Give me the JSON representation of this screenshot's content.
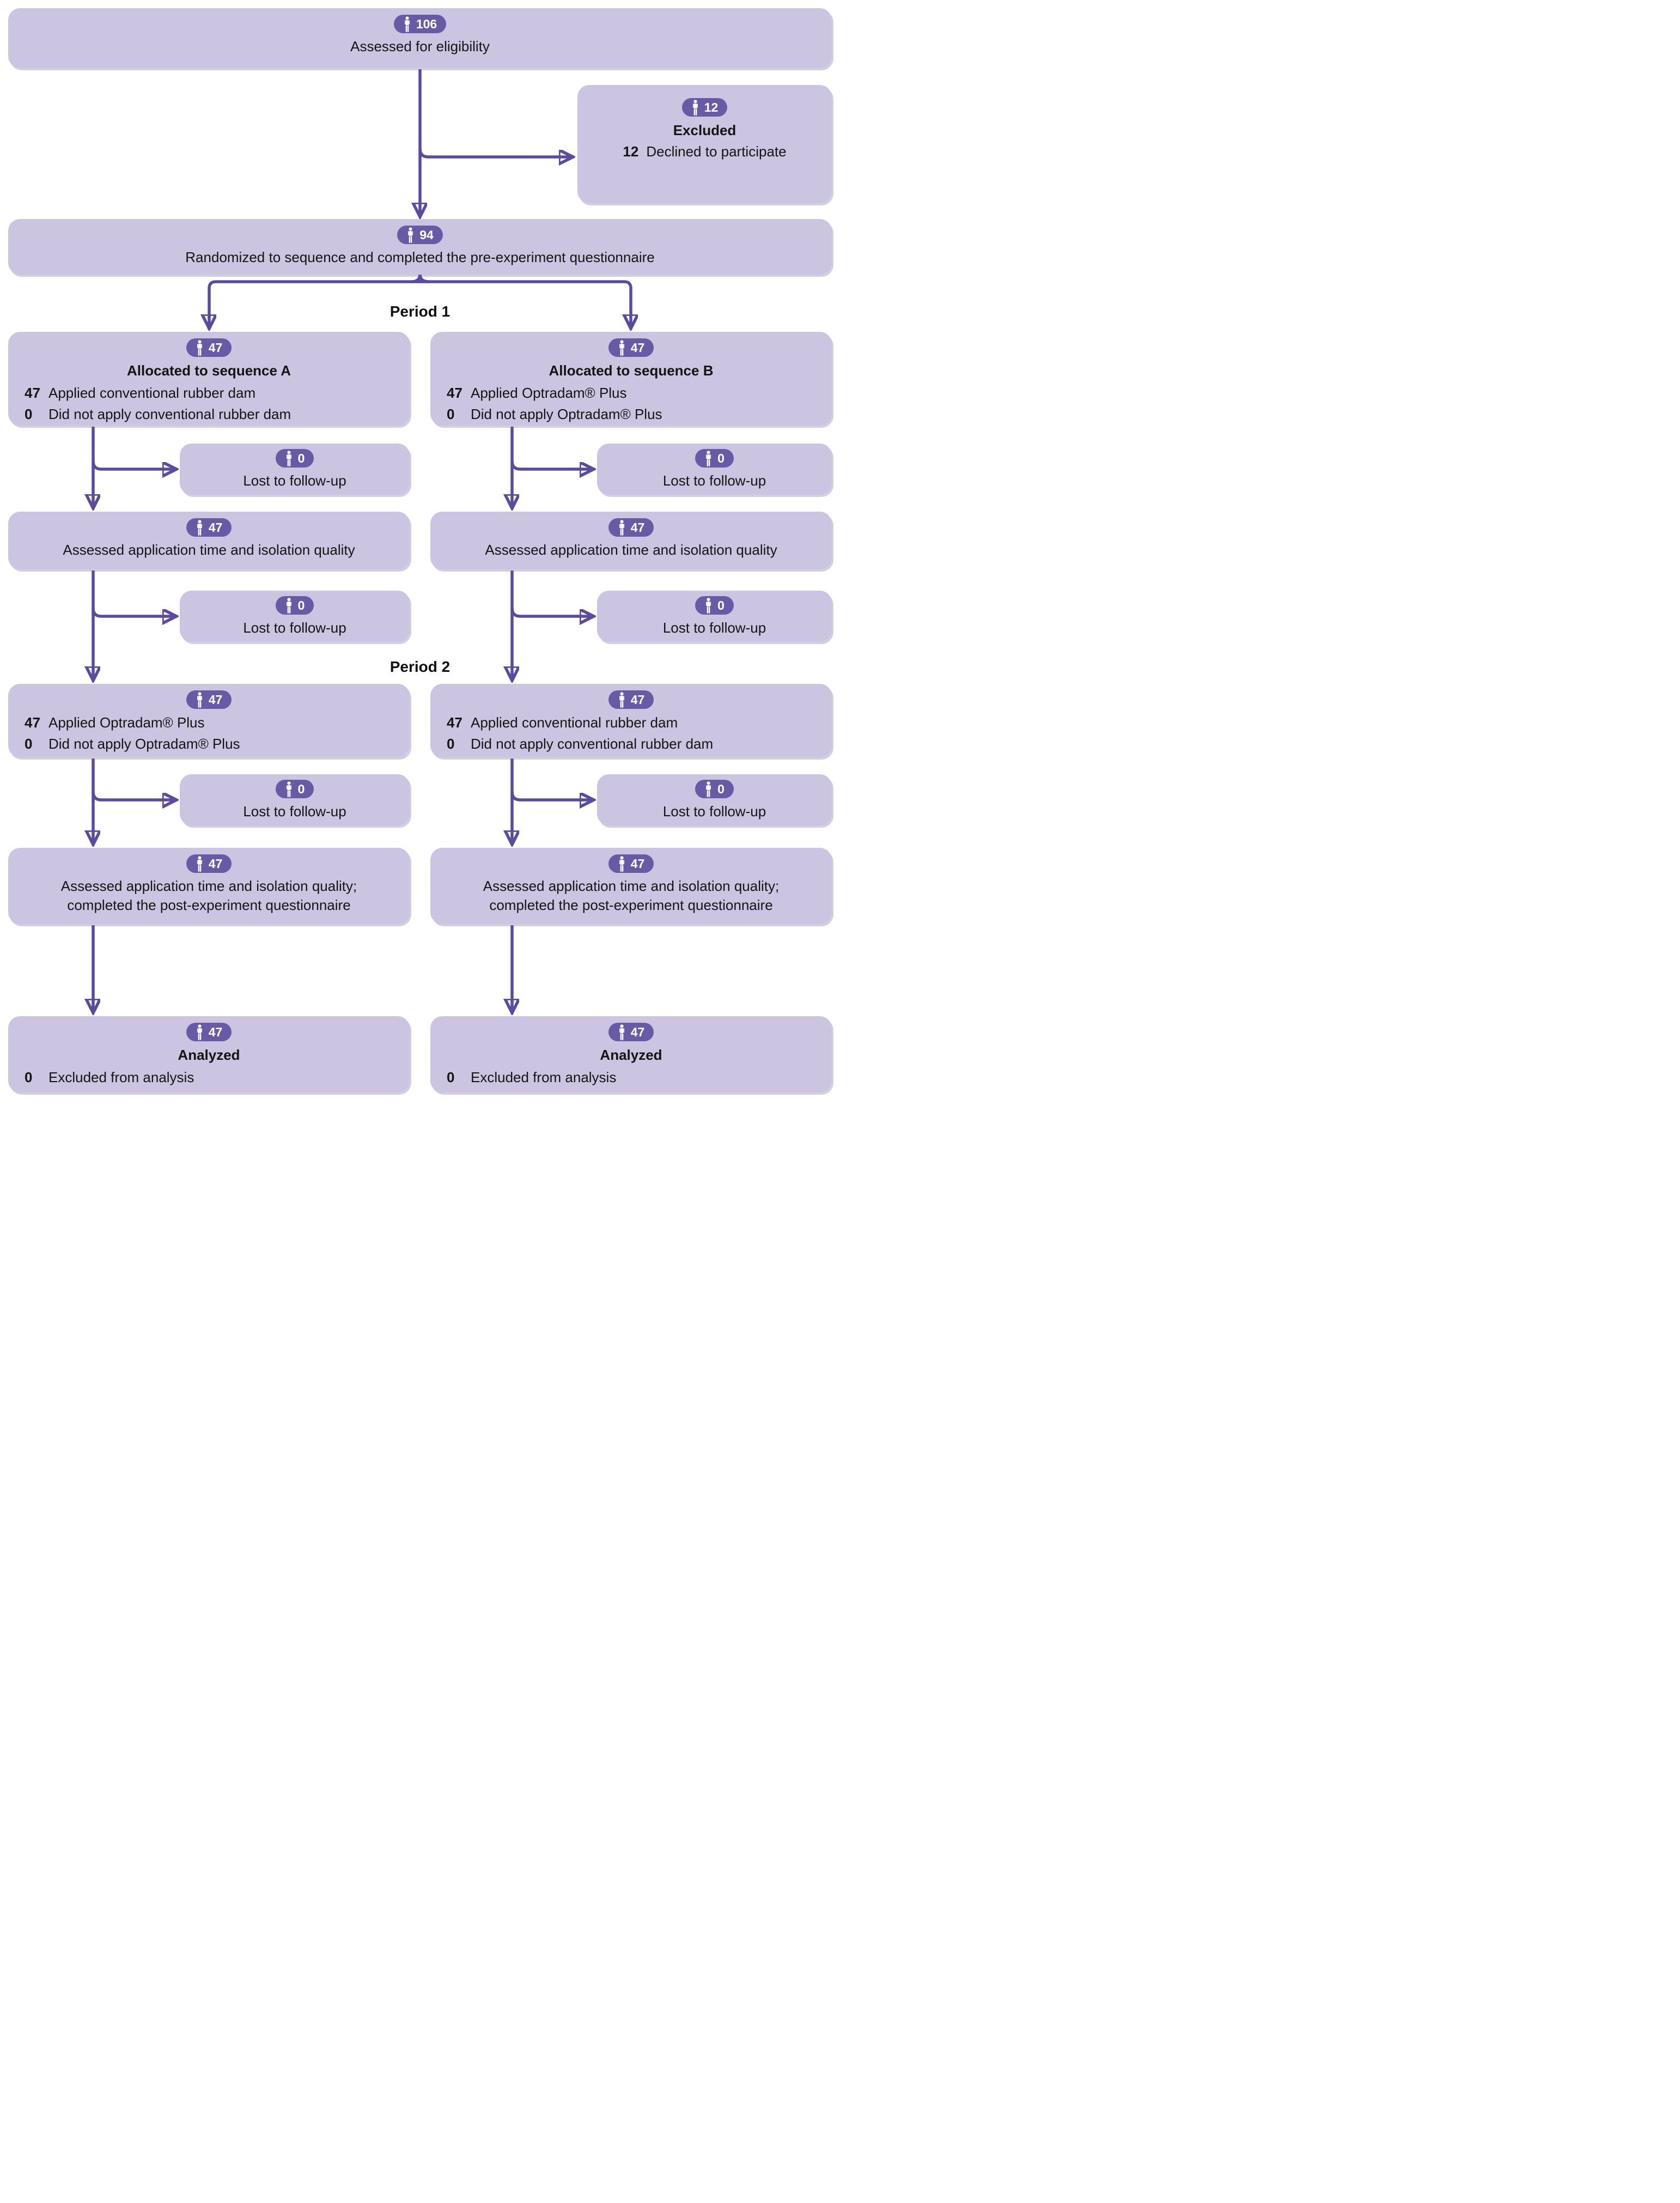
{
  "colors": {
    "background": "#FFFFFF",
    "box_fill": "#CBC5E2",
    "badge_fill": "#695AA6",
    "badge_text": "#FFFFFF",
    "arrow": "#5B4B9E",
    "text": "#141414"
  },
  "icons": {
    "badge_icon": "person"
  },
  "labels": {
    "period1": "Period 1",
    "period2": "Period 2"
  },
  "nodes": {
    "assessed_eligibility": {
      "badge": "106",
      "label": "Assessed for eligibility"
    },
    "excluded": {
      "badge": "12",
      "title": "Excluded",
      "rows": [
        {
          "n": "12",
          "text": "Declined to participate"
        }
      ]
    },
    "randomized": {
      "badge": "94",
      "label": "Randomized to sequence and completed the pre-experiment questionnaire"
    },
    "alloc_a": {
      "badge": "47",
      "title": "Allocated to sequence A",
      "rows": [
        {
          "n": "47",
          "text": "Applied conventional rubber dam"
        },
        {
          "n": "0",
          "text": "Did not apply conventional rubber dam"
        }
      ]
    },
    "alloc_b": {
      "badge": "47",
      "title": "Allocated to sequence B",
      "rows": [
        {
          "n": "47",
          "text": "Applied Optradam® Plus"
        },
        {
          "n": "0",
          "text": "Did not apply Optradam® Plus"
        }
      ]
    },
    "lost_a1": {
      "badge": "0",
      "label": "Lost to follow-up"
    },
    "lost_b1": {
      "badge": "0",
      "label": "Lost to follow-up"
    },
    "assessed_a1": {
      "badge": "47",
      "label": "Assessed application time and isolation quality"
    },
    "assessed_b1": {
      "badge": "47",
      "label": "Assessed application time and isolation quality"
    },
    "lost_a2": {
      "badge": "0",
      "label": "Lost to follow-up"
    },
    "lost_b2": {
      "badge": "0",
      "label": "Lost to follow-up"
    },
    "period2_a": {
      "badge": "47",
      "rows": [
        {
          "n": "47",
          "text": "Applied Optradam® Plus"
        },
        {
          "n": "0",
          "text": "Did not apply Optradam® Plus"
        }
      ]
    },
    "period2_b": {
      "badge": "47",
      "rows": [
        {
          "n": "47",
          "text": "Applied conventional rubber dam"
        },
        {
          "n": "0",
          "text": "Did not apply conventional rubber dam"
        }
      ]
    },
    "lost_a3": {
      "badge": "0",
      "label": "Lost to follow-up"
    },
    "lost_b3": {
      "badge": "0",
      "label": "Lost to follow-up"
    },
    "post_a": {
      "badge": "47",
      "label_line1": "Assessed application time and isolation quality;",
      "label_line2": "completed the post-experiment questionnaire"
    },
    "post_b": {
      "badge": "47",
      "label_line1": "Assessed application time and isolation quality;",
      "label_line2": "completed the post-experiment questionnaire"
    },
    "analyzed_a": {
      "badge": "47",
      "title": "Analyzed",
      "rows": [
        {
          "n": "0",
          "text": "Excluded from analysis"
        }
      ]
    },
    "analyzed_b": {
      "badge": "47",
      "title": "Analyzed",
      "rows": [
        {
          "n": "0",
          "text": "Excluded from analysis"
        }
      ]
    }
  }
}
